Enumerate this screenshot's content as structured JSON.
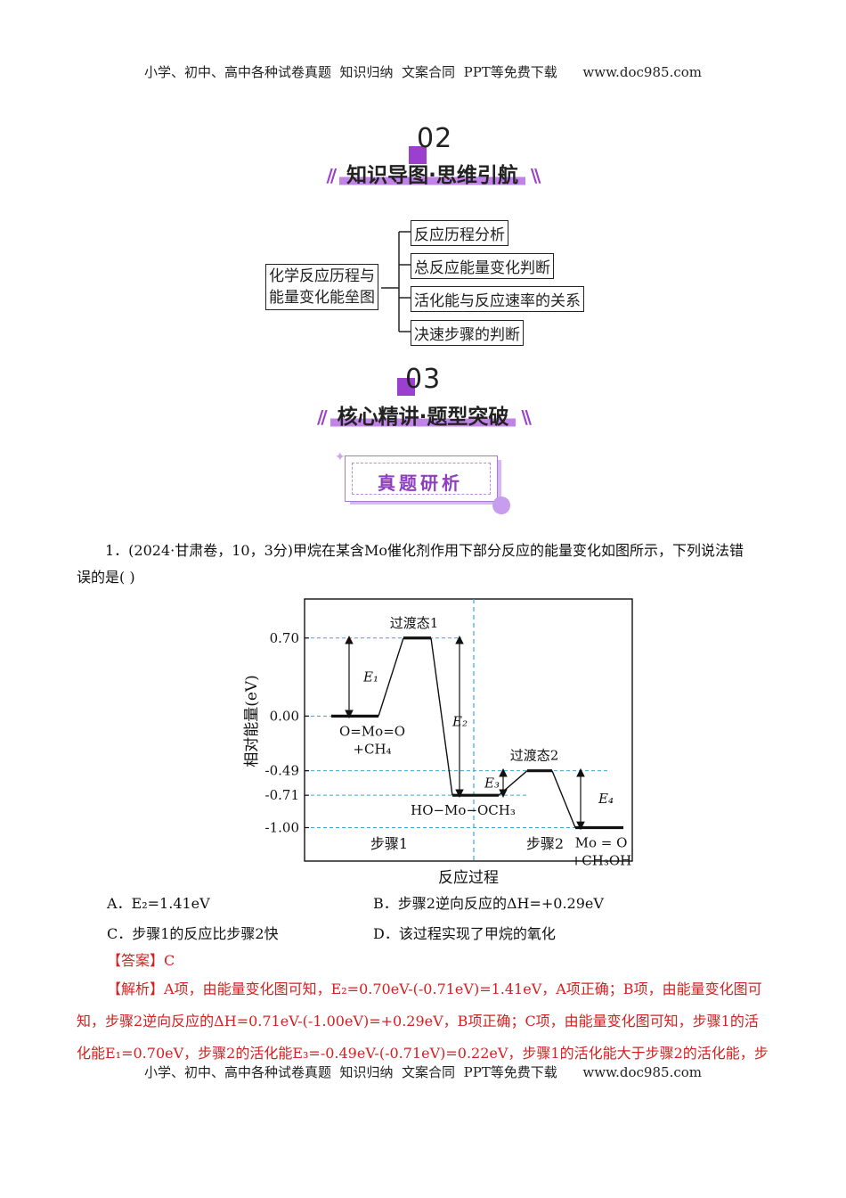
{
  "header": {
    "top": "小学、初中、高中各种试卷真题  知识归纳  文案合同  PPT等免费下载      www.doc985.com",
    "bottom": "小学、初中、高中各种试卷真题  知识归纳  文案合同  PPT等免费下载      www.doc985.com"
  },
  "section2": {
    "number": "02",
    "title": "知识导图·思维引航"
  },
  "mindmap": {
    "root": [
      "化学反应历程与",
      "能量变化能垒图"
    ],
    "branches": [
      "反应历程分析",
      "总反应能量变化判断",
      "活化能与反应速率的关系",
      "决速步骤的判断"
    ]
  },
  "section3": {
    "number": "03",
    "title": "核心精讲·题型突破"
  },
  "tag": "真题研析",
  "question": {
    "line1": "1．(2024·甘肃卷，10，3分)甲烷在某含Mo催化剂作用下部分反应的能量变化如图所示，下列说法错",
    "line2": "误的是(    )",
    "options": {
      "A": "A．E₂=1.41eV",
      "B": "B．步骤2逆向反应的ΔH=+0.29eV",
      "C": "C．步骤1的反应比步骤2快",
      "D": "D．该过程实现了甲烷的氧化"
    }
  },
  "answer": {
    "label": "【答案】",
    "value": "C"
  },
  "analysis": {
    "label": "【解析】",
    "line1": "A项，由能量变化图可知，E₂=0.70eV-(-0.71eV)=1.41eV，A项正确；B项，由能量变化图可",
    "line2": "知，步骤2逆向反应的ΔH=0.71eV-(-1.00eV)=+0.29eV，B项正确；C项，由能量变化图可知，步骤1的活",
    "line3": "化能E₁=0.70eV，步骤2的活化能E₃=-0.49eV-(-0.71eV)=0.22eV，步骤1的活化能大于步骤2的活化能，步"
  },
  "chart_data": {
    "type": "line",
    "ylabel": "相对能量(eV)",
    "xlabel": "反应过程",
    "y_ticks": [
      0.7,
      0.0,
      -0.49,
      -0.71,
      -1.0
    ],
    "y_tick_labels": [
      "0.70",
      "0.00",
      "-0.49",
      "-0.71",
      "-1.00"
    ],
    "ylim": [
      -1.3,
      1.05
    ],
    "levels": [
      {
        "energy": 0.0,
        "label": [
          "O=Mo=O",
          "+CH₄"
        ]
      },
      {
        "energy": 0.7,
        "label": [
          "过渡态1"
        ]
      },
      {
        "energy": -0.71,
        "label": [
          "HO−Mo−OCH₃"
        ]
      },
      {
        "energy": -0.49,
        "label": [
          "过渡态2"
        ]
      },
      {
        "energy": -1.0,
        "label": [
          "Mo = O",
          "+CH₃OH"
        ]
      }
    ],
    "arrows": [
      {
        "name": "E₁",
        "from": 0.0,
        "to": 0.7
      },
      {
        "name": "E₂",
        "from": -0.71,
        "to": 0.7
      },
      {
        "name": "E₃",
        "from": -0.71,
        "to": -0.49
      },
      {
        "name": "E₄",
        "from": -1.0,
        "to": -0.49
      }
    ],
    "steps": [
      "步骤1",
      "步骤2"
    ],
    "colors": {
      "guide": "#3aa7d8",
      "line": "#111111"
    }
  },
  "colors": {
    "accent": "#9b3fcf",
    "answer": "#d42020"
  }
}
